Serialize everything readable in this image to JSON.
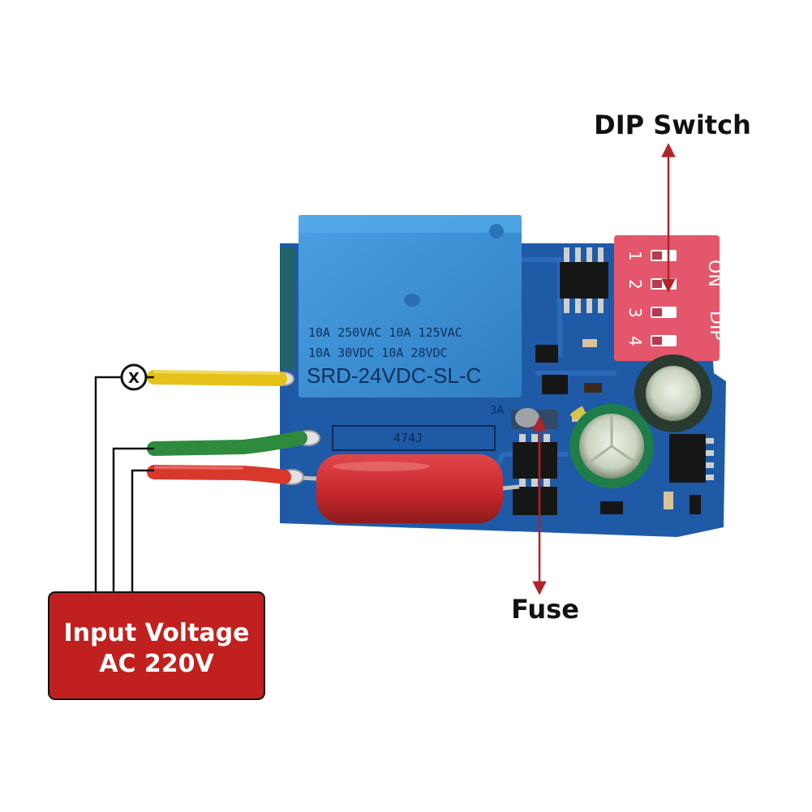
{
  "labels": {
    "dip_switch": "DIP Switch",
    "fuse": "Fuse",
    "input_line1": "Input Voltage",
    "input_line2": "AC 220V",
    "load_symbol": "X"
  },
  "board": {
    "relay_line1": "10A 250VAC   10A 125VAC",
    "relay_line2": "10A  30VDC   10A  28VDC",
    "relay_model": "SRD-24VDC-SL-C",
    "capacitor_code": "474J",
    "fuse_code": "3A",
    "dip_numbers": [
      "1",
      "2",
      "3",
      "4"
    ],
    "dip_on": "ON",
    "dip_label": "DIP"
  },
  "colors": {
    "pcb": "#1f5aa6",
    "relay": "#3a8fd6",
    "dip_body": "#e4566b",
    "input_box": "#c0211f",
    "arrow": "#b0242a",
    "wire_yellow": "#e4c21a",
    "wire_green": "#2e8a3c",
    "wire_red": "#d8382c",
    "film_cap": "#c8282c"
  }
}
